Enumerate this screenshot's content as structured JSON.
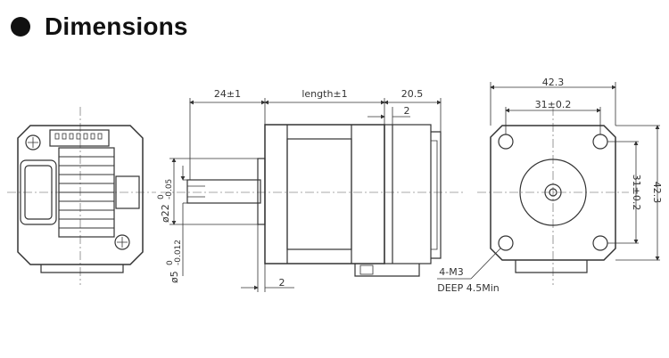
{
  "header": {
    "title": "Dimensions"
  },
  "colors": {
    "line": "#333333",
    "centerline": "#555555"
  },
  "dimensions": {
    "shaft_length": "24±1",
    "body_length": "length±1",
    "rear_length": "20.5",
    "boss_height": "2",
    "flange_offset": "2",
    "boss_diameter": "ø22",
    "boss_tol_upper": "0",
    "boss_tol_lower": "-0.05",
    "shaft_diameter": "ø5",
    "shaft_tol_upper": "0",
    "shaft_tol_lower": "-0.012",
    "overall_width": "42.3",
    "hole_spacing_h": "31±0.2",
    "hole_spacing_v": "31±0.2",
    "overall_height": "42.3",
    "thread": "4-M3",
    "thread_depth": "DEEP 4.5Min"
  }
}
